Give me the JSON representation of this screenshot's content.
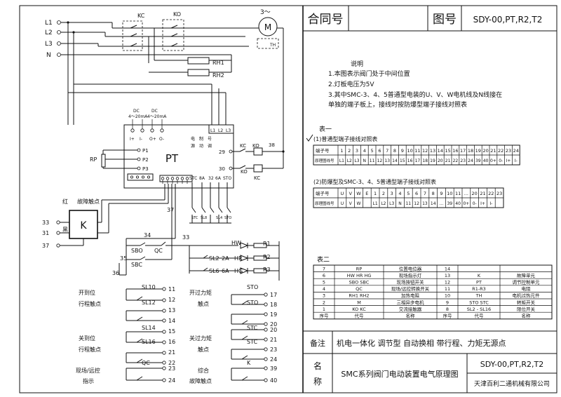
{
  "title_block": {
    "contract_label": "合同号",
    "drawing_no_label": "图号",
    "drawing_no": "SDY-00,PT,R2,T2",
    "drawing_no_bottom": "SDY-00,PT,R2,T2",
    "name_label_1": "名",
    "name_label_2": "称",
    "drawing_name": "SMC系列阀门电动装置电气原理图",
    "company": "天津百利二通机械有限公司",
    "remark_label": "备注",
    "remark_text": "机电一体化 调节型 自动换相 带行程、力矩无源点"
  },
  "notes": {
    "heading": "说明",
    "items": [
      "1.本图表示阀门处于中间位置",
      "2.灯板电压为5V",
      "3.其中SMC-3、4、5普通型电装的U、V、W电机线及N线接在",
      "  单独的端子板上，接线时按防爆型端子接线对照表"
    ]
  },
  "table1": {
    "title": "表一",
    "sub1": "(1)普通型端子接线对照表",
    "row_labels": [
      "端子号",
      "原理图线号"
    ],
    "r1_terms": [
      "1",
      "2",
      "3",
      "4",
      "5",
      "6",
      "7",
      "8",
      "9",
      "10",
      "11",
      "12",
      "13",
      "14",
      "15",
      "16",
      "17",
      "18",
      "19",
      "20",
      "21",
      "22",
      "23",
      "24"
    ],
    "r1_wires": [
      "L1",
      "L2",
      "L3",
      "N",
      "11",
      "12",
      "13",
      "14",
      "15",
      "16",
      "17",
      "18",
      "19",
      "20",
      "21",
      "22",
      "23",
      "24",
      "39",
      "40",
      "0+",
      "0-",
      "I+",
      "I-"
    ],
    "sub2": "(2)防爆型及SMC-3、4、5普通型端子接线对照表",
    "r2_terms": [
      "U",
      "V",
      "W",
      "E",
      "1",
      "2",
      "3",
      "4",
      "5",
      "6",
      "7",
      "8",
      "9",
      "10",
      "11",
      "...",
      "20",
      "21",
      "22",
      "23"
    ],
    "r2_wires": [
      "U",
      "V",
      "W",
      "",
      "L1",
      "L2",
      "L3",
      "N",
      "11",
      "12",
      "13",
      "14",
      "...",
      "39",
      "40",
      "0+",
      "0-",
      "I+",
      "I-",
      ""
    ]
  },
  "table2": {
    "title": "表二",
    "header": [
      "序号",
      "代号",
      "名称",
      "序号",
      "代号",
      "名称"
    ],
    "rows": [
      [
        "7",
        "RP",
        "位置电位器",
        "14",
        "",
        ""
      ],
      [
        "6",
        "HW  HR  HG",
        "现场指示灯",
        "13",
        "K",
        "故障单元"
      ],
      [
        "5",
        "SBO  SBC",
        "现场按钮开关",
        "12",
        "PT",
        "调节控制单元"
      ],
      [
        "4",
        "QC",
        "现场/远控转换开关",
        "11",
        "R1-R3",
        "电阻"
      ],
      [
        "3",
        "RH1  RH2",
        "加热电阻",
        "10",
        "TH",
        "电机过热元件"
      ],
      [
        "2",
        "M",
        "三相异步电机",
        "9",
        "STO   STC",
        "转矩开关"
      ],
      [
        "1",
        "KO   KC",
        "交流接触器",
        "8",
        "SL2 - SL16",
        "限位开关"
      ]
    ]
  },
  "circuit": {
    "lines": [
      "L1",
      "L2",
      "L3",
      "N"
    ],
    "motor_label": "3～",
    "motor_symbol": "M",
    "th_label": "TH",
    "kc": "KC",
    "ko": "KO",
    "rh1": "RH1",
    "rh2": "RH2",
    "pt": "PT",
    "rp": "RP",
    "dc1": "DC",
    "dc1_range": "4～20mA",
    "dc2": "DC",
    "dc2_range": "4～20mA",
    "dc_terms": [
      "I+",
      "I-",
      "O+",
      "O-"
    ],
    "pt_inputs": [
      "P1",
      "P2",
      "P3"
    ],
    "pt_l": [
      "L1",
      "L2",
      "L3"
    ],
    "pt_side": [
      "电",
      "制",
      "号"
    ],
    "pt_side2": [
      "源",
      "动",
      "调"
    ],
    "pt_29": "29",
    "pt_30": "30",
    "pt_38": "38",
    "pt_kc": "KC",
    "pt_ko": "KO",
    "pt_ko2": "KO",
    "pt_kc2": "KC",
    "sw_top": [
      "STC",
      "8A",
      "32",
      "6A",
      "STO"
    ],
    "sw_bottom": [
      "STC",
      "SL8",
      "SL4",
      "STO"
    ],
    "num_37": "37",
    "num_34": "34",
    "num_33": "33",
    "num_35": "35",
    "num_36": "36",
    "fault_title": "故障触点",
    "fault_red": "红",
    "fault_black": "黑",
    "fault_terms": [
      "33",
      "31",
      "37"
    ],
    "k_box": "K",
    "sbo": "SBO",
    "sbc": "SBC",
    "qc": "QC",
    "hw": "HW",
    "sl2": "SL2",
    "a2": "2A",
    "hr": "HR",
    "sl6": "SL6",
    "a6": "6A",
    "hg": "HG",
    "r1": "R1",
    "r2": "R2",
    "r3": "R3"
  },
  "contacts": {
    "g1_title": [
      "开到位",
      "行程触点"
    ],
    "g1_sw": [
      "SL10",
      "SL12"
    ],
    "g1_terms": [
      "11",
      "12",
      "13",
      "14"
    ],
    "g2_title": [
      "关到位",
      "行程触点"
    ],
    "g2_sw": [
      "SL14",
      "SL16"
    ],
    "g2_terms": [
      "15",
      "16",
      "21",
      "22"
    ],
    "g3_title": [
      "现场/远控",
      "指示"
    ],
    "g3_sw": "QC",
    "g3_terms": [
      "23",
      "24"
    ],
    "g4_title": [
      "开过力矩",
      "触点"
    ],
    "g4_sw": [
      "STO",
      "STO"
    ],
    "g4_terms": [
      "17",
      "18",
      "19",
      "20"
    ],
    "g5_title": [
      "关过力矩",
      "触点"
    ],
    "g5_sw": [
      "STC",
      "STC"
    ],
    "g5_terms": [
      "20",
      "21",
      "23",
      "24"
    ],
    "g6_title": [
      "综合",
      "故障触点"
    ],
    "g6_sw": "K",
    "g6_terms": [
      "39",
      "40"
    ]
  }
}
